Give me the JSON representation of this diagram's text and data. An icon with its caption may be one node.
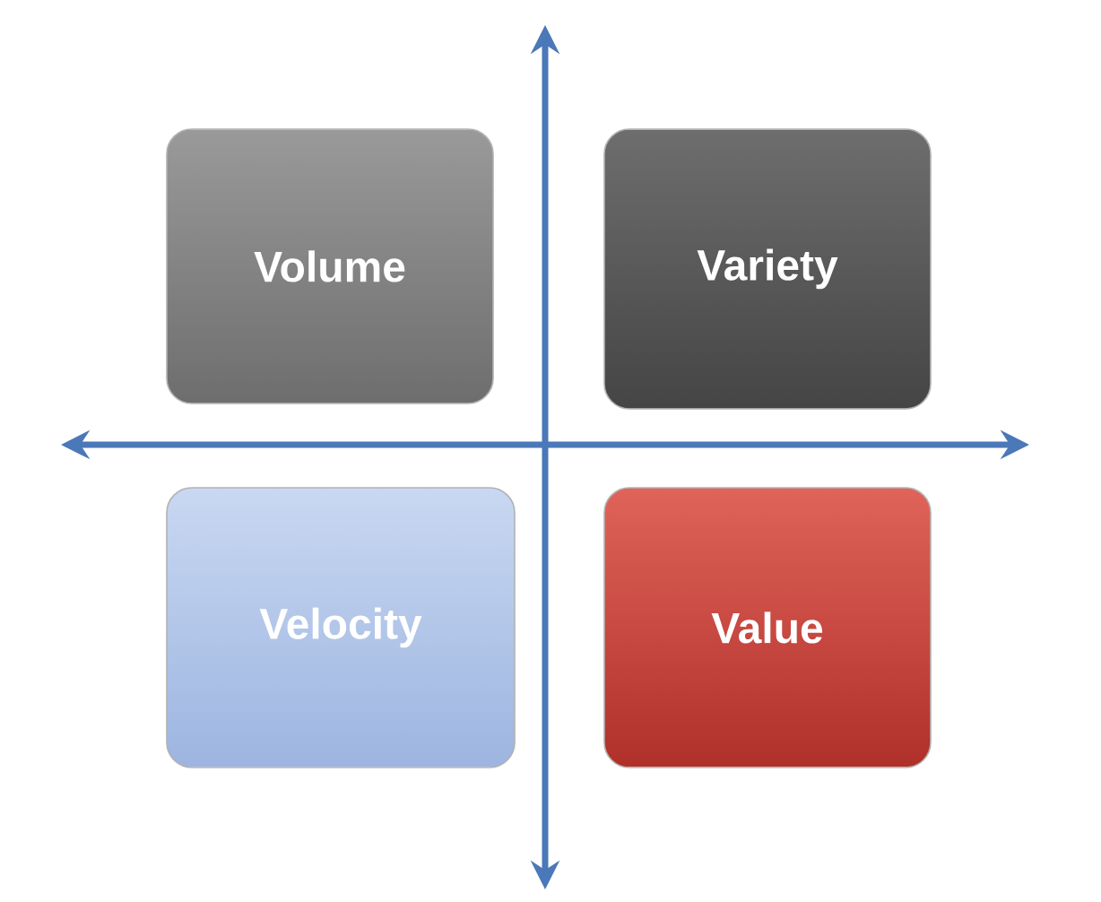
{
  "diagram": {
    "nodes": [
      {
        "text": [
          "Volume"
        ]
      },
      {
        "text": [
          "Variety"
        ]
      },
      {
        "text": [
          "Velocity"
        ]
      },
      {
        "text": [
          "Value"
        ]
      }
    ]
  }
}
